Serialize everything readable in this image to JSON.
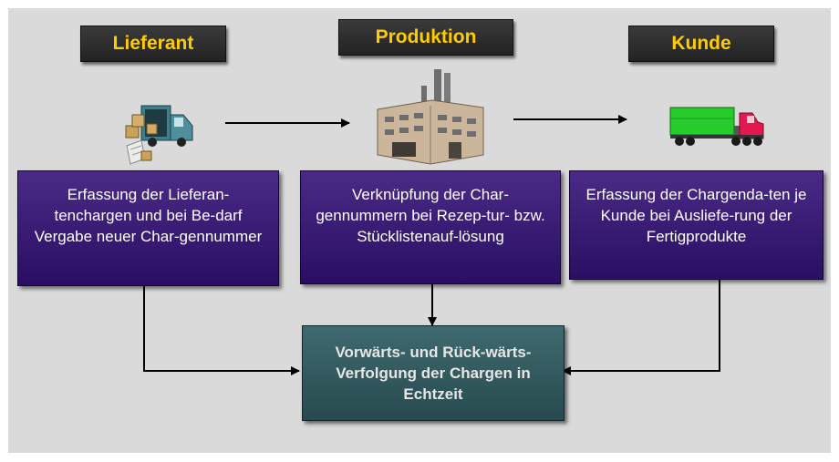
{
  "headers": {
    "supplier": "Lieferant",
    "production": "Produktion",
    "customer": "Kunde"
  },
  "boxes": {
    "supplier": "Erfassung der Lieferan-tenchargen und bei Be-darf Vergabe neuer Char-gennummer",
    "production": "Verknüpfung der Char-gennummern bei Rezep-tur- bzw. Stücklistenauf-lösung",
    "customer": "Erfassung der Chargenda-ten je Kunde bei Ausliefe-rung der Fertigprodukte"
  },
  "result": "Vorwärts- und Rück-wärts-Verfolgung der Chargen in Echtzeit",
  "icons": {
    "supplier": "delivery-van-icon",
    "production": "factory-icon",
    "customer": "truck-icon"
  },
  "colors": {
    "header_text": "#ffcc00",
    "box_fill": "#3a1c78",
    "result_fill": "#35585c",
    "panel": "#dadada"
  }
}
